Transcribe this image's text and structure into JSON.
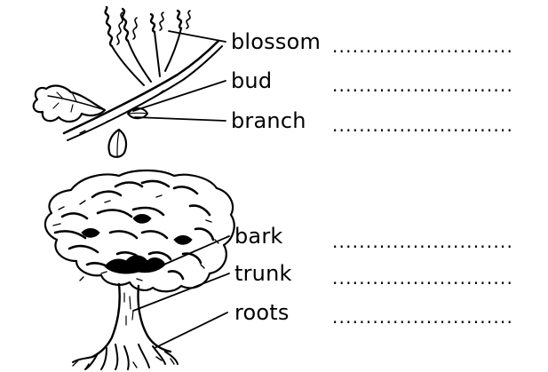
{
  "worksheet": {
    "branch_section": {
      "labels": [
        "blossom",
        "bud",
        "branch"
      ],
      "answer_line": "..........................."
    },
    "tree_section": {
      "labels": [
        "bark",
        "trunk",
        "roots"
      ],
      "answer_line": "..........................."
    }
  },
  "colors": {
    "ink": "#000000",
    "paper": "#ffffff"
  }
}
